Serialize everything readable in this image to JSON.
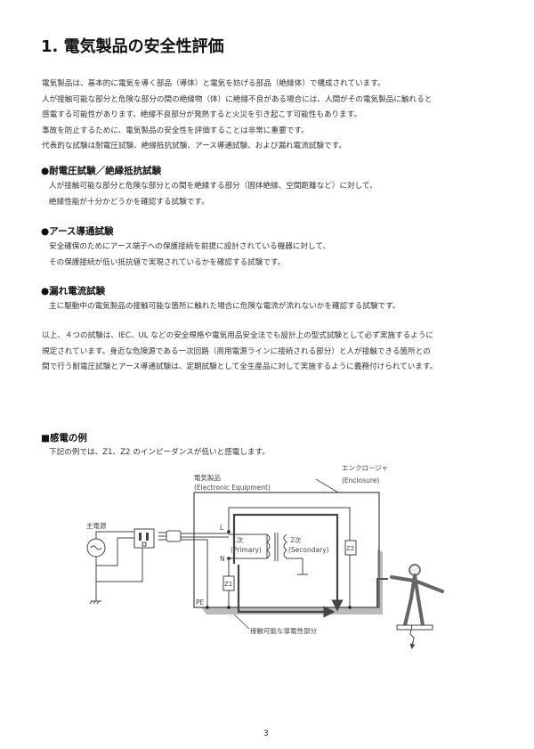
{
  "title": "1. 電気製品の安全性評価",
  "intro": [
    "電気製品は、基本的に電気を導く部品（導体）と電気を妨げる部品（絶縁体）で構成されています。",
    "人が接触可能な部分と危険な部分の間の絶縁物（体）に絶縁不良がある場合には、人間がその電気製品に触れると",
    "感電する可能性があります。絶縁不良部分が発熱すると火災を引き起こす可能性もあります。",
    "事故を防止するために、電気製品の安全性を評価することは非常に重要です。",
    "代表的な試験は耐電圧試験、絶縁抵抗試験、アース導通試験、および漏れ電流試験です。"
  ],
  "sections": [
    {
      "heading": "●耐電圧試験／絶縁抵抗試験",
      "lines": [
        "人が接触可能な部分と危険な部分との間を絶縁する部分（固体絶縁、空間距離など）に対して、",
        "絶縁性能が十分かどうかを確認する試験です。"
      ]
    },
    {
      "heading": "●アース導通試験",
      "lines": [
        "安全確保のためにアース端子への保護接続を前提に設計されている機器に対して、",
        "その保護接続が低い抵抗値で実現されているかを確認する試験です。"
      ]
    },
    {
      "heading": "●漏れ電流試験",
      "lines": [
        "主に駆動中の電気製品の接触可能な箇所に触れた場合に危険な電流が流れないかを確認する試験です。"
      ]
    }
  ],
  "summary": [
    "以上、４つの試験は、IEC、UL などの安全規格や電気用品安全法でも設計上の型式試験として必ず実施するように",
    "規定されています。身近な危険源である一次回路（商用電源ラインに接続される部分）と人が接触できる箇所との",
    "間で行う耐電圧試験とアース導通試験は、定期試験として全生産品に対して実施するように義務付けられています。"
  ],
  "example": {
    "heading": "■感電の例",
    "text": "下記の例では、Z1、Z2 のインピーダンスが低いと感電します。",
    "diagram": {
      "enclosure_jp": "エンクロージャ",
      "enclosure_en": "(Enclosure)",
      "equipment_jp": "電気製品",
      "equipment_en": "(Electronic Equipment)",
      "mains": "主電源",
      "L": "L",
      "N": "N",
      "PE": "PE",
      "primary_jp": "1次",
      "primary_en": "(Primary)",
      "secondary_jp": "2次",
      "secondary_en": "(Secondary)",
      "z1": "Z1",
      "z2": "Z2",
      "accessible_part": "接触可能な導電性部分"
    }
  },
  "page_number": "3"
}
